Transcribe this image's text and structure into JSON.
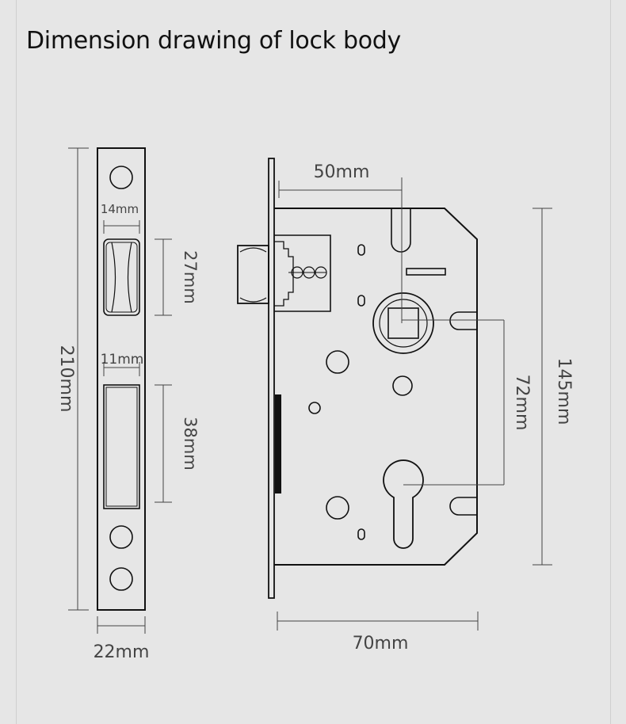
{
  "title": "Dimension drawing of lock body",
  "faceplate": {
    "height_label": "210mm",
    "width_label": "22mm",
    "latch_width_label": "14mm",
    "latch_height_label": "27mm",
    "bolt_width_label": "11mm",
    "bolt_height_label": "38mm"
  },
  "lock_body": {
    "backset_label": "50mm",
    "center_distance_label": "72mm",
    "height_label": "145mm",
    "width_label": "70mm"
  }
}
